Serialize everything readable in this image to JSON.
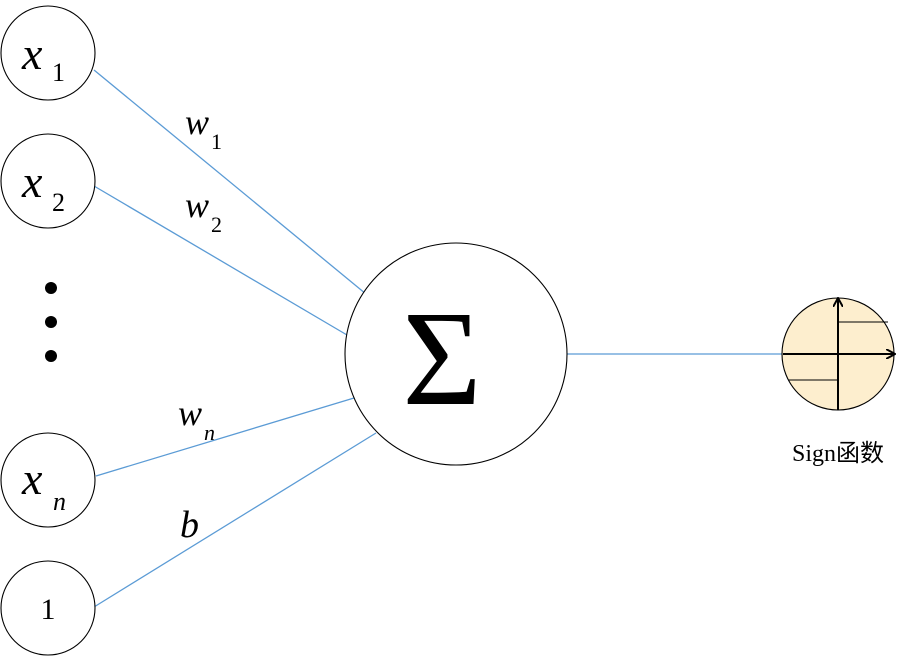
{
  "inputs": [
    {
      "symbol": "x",
      "subscript": "1"
    },
    {
      "symbol": "x",
      "subscript": "2"
    },
    {
      "symbol": "x",
      "subscript": "n"
    }
  ],
  "bias_input": "1",
  "weights": [
    {
      "symbol": "w",
      "subscript": "1"
    },
    {
      "symbol": "w",
      "subscript": "2"
    },
    {
      "symbol": "w",
      "subscript": "n"
    }
  ],
  "bias_weight": "b",
  "summation_symbol": "Σ",
  "activation": {
    "label": "Sign函数",
    "fill_color": "#fdeece"
  },
  "colors": {
    "edge": "#5b9bd5",
    "node_stroke": "#000000"
  }
}
